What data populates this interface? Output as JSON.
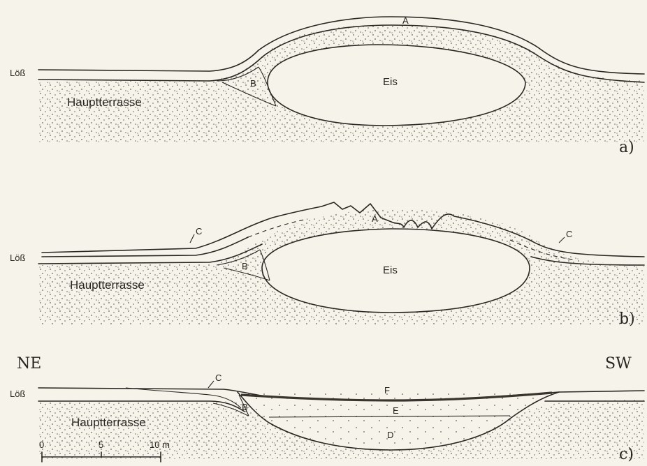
{
  "panels": [
    {
      "id": "a",
      "label": "a)",
      "loess": "Löß",
      "terrace": "Hauptterrasse",
      "ice": "Eis",
      "markers": [
        "A",
        "B"
      ]
    },
    {
      "id": "b",
      "label": "b)",
      "loess": "Löß",
      "terrace": "Hauptterrasse",
      "ice": "Eis",
      "markers": [
        "A",
        "B",
        "C",
        "C"
      ]
    },
    {
      "id": "c",
      "label": "c)",
      "loess": "Löß",
      "terrace": "Hauptterrasse",
      "markers": [
        "B",
        "C",
        "D",
        "E",
        "F"
      ]
    }
  ],
  "orientation": {
    "left": "NE",
    "right": "SW"
  },
  "scale_bar": {
    "ticks": [
      "0",
      "5",
      "10 m"
    ]
  },
  "colors": {
    "ink": "#2a2622",
    "paper": "#f6f3ea"
  }
}
